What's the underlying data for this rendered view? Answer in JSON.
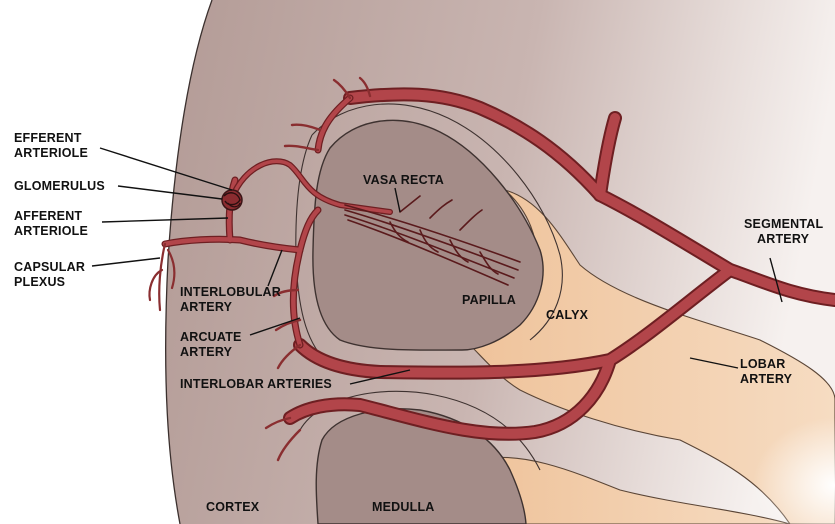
{
  "colors": {
    "cortex": "#b9a29d",
    "cortex_light": "#e7dcd8",
    "medulla": "#9f8682",
    "pyramid_outline": "#4a3c3a",
    "pelvis": "#f1c9a2",
    "vessel": "#a43a3a",
    "vessel_dark": "#6e1f22",
    "label": "#111111"
  },
  "labels": {
    "efferent_arteriole": [
      "EFFERENT",
      "ARTERIOLE"
    ],
    "glomerulus": [
      "GLOMERULUS"
    ],
    "afferent_arteriole": [
      "AFFERENT",
      "ARTERIOLE"
    ],
    "capsular_plexus": [
      "CAPSULAR",
      "PLEXUS"
    ],
    "interlobular_artery": [
      "INTERLOBULAR",
      "ARTERY"
    ],
    "arcuate_artery": [
      "ARCUATE",
      "ARTERY"
    ],
    "interlobar_arteries": [
      "INTERLOBAR ARTERIES"
    ],
    "vasa_recta": [
      "VASA RECTA"
    ],
    "papilla": [
      "PAPILLA"
    ],
    "calyx": [
      "CALYX"
    ],
    "segmental_artery": [
      "SEGMENTAL",
      "ARTERY"
    ],
    "lobar_artery": [
      "LOBAR",
      "ARTERY"
    ],
    "cortex": [
      "CORTEX"
    ],
    "medulla": [
      "MEDULLA"
    ]
  }
}
